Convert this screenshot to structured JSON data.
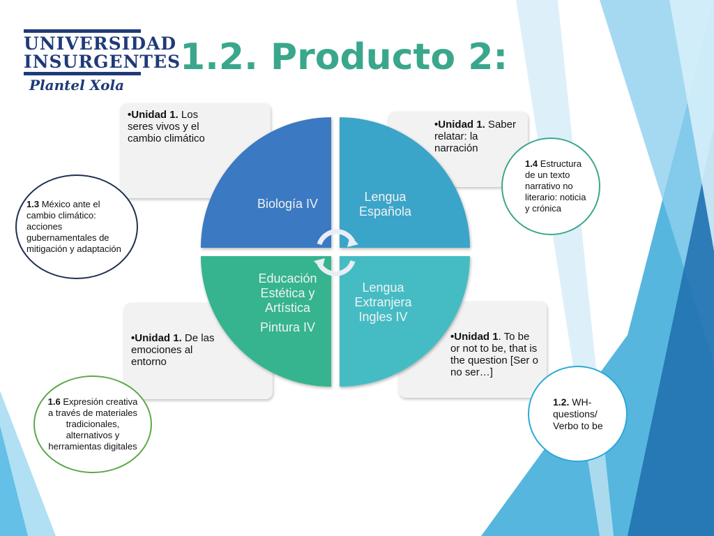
{
  "logo": {
    "line1": "UNIVERSIDAD",
    "line2": "INSURGENTES",
    "line3": "Plantel Xola"
  },
  "title": "1.2. Producto 2:",
  "quadrants": {
    "top_left": {
      "label": "Biología IV",
      "color": "#3b79c2"
    },
    "top_right": {
      "line1": "Lengua",
      "line2": "Española",
      "color": "#3aa4c9"
    },
    "bottom_left": {
      "line1": "Educación",
      "line2": "Estética y",
      "line3": "Artística",
      "line4": "Pintura IV",
      "color": "#36b48f"
    },
    "bottom_right": {
      "line1": "Lengua",
      "line2": "Extranjera",
      "line3": "Ingles IV",
      "color": "#45bcc4"
    }
  },
  "boxes": {
    "top_left": {
      "bold": "•Unidad 1.",
      "rest": " Los seres vivos y el cambio climático"
    },
    "top_right": {
      "bold": "•Unidad 1.",
      "rest": " Saber relatar: la narración"
    },
    "bottom_left": {
      "bold": "•Unidad 1.",
      "rest": " De las emociones al entorno"
    },
    "bottom_right": {
      "bold": "•Unidad 1",
      "rest": ". To be or not to be, that is the question [Ser o no ser…]"
    }
  },
  "circles": {
    "c13": {
      "bold": "1.3",
      "rest": " México ante el cambio climático: acciones gubernamentales de mitigación y adaptación",
      "border": "#1f2f4e"
    },
    "c14": {
      "bold": "1.4",
      "rest": " Estructura de un texto narrativo no literario: noticia y crónica",
      "border": "#3aa78c"
    },
    "c16": {
      "bold": "1.6",
      "rest": " Expresión creativa a través de materiales tradicionales, alternativos y herramientas digitales",
      "border": "#5aa84a"
    },
    "c12": {
      "bold": "1.2.",
      "rest": " WH-questions/ Verbo to be",
      "border": "#2aa9d6"
    }
  },
  "icons": {
    "cycle": "circular-arrows-icon"
  }
}
